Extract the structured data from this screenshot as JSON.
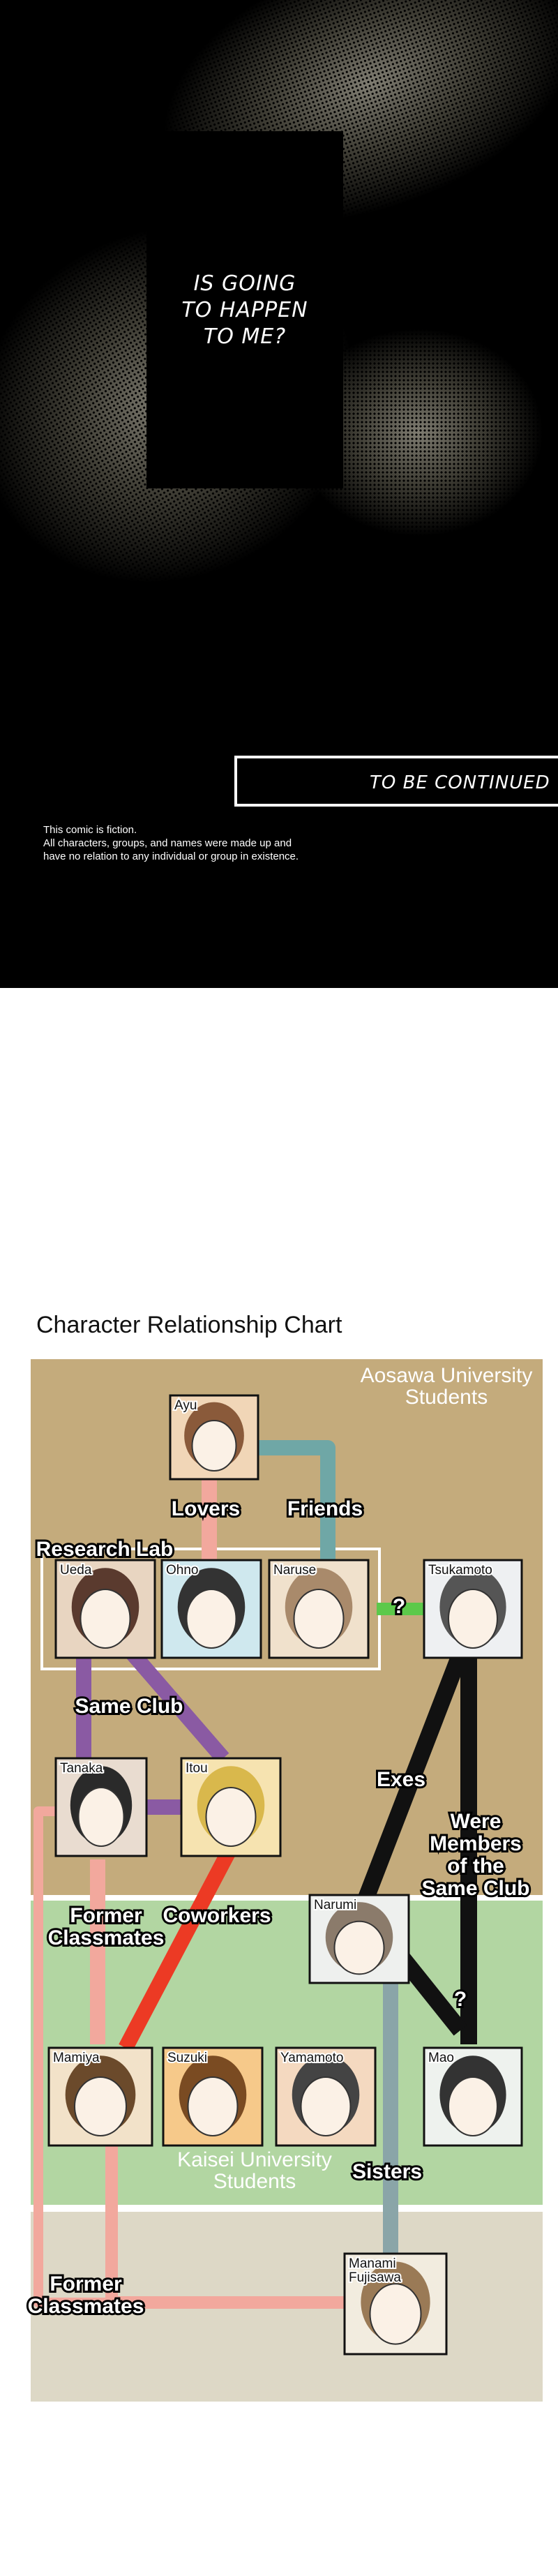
{
  "comic": {
    "bubble_text": "IS GOING\nTO HAPPEN\nTO ME?",
    "to_be_continued": "TO BE CONTINUED",
    "disclaimer_lines": [
      "This comic is fiction.",
      "All characters, groups, and names were made up and",
      "have no relation to any individual or group in existence."
    ]
  },
  "chart": {
    "title": "Character Relationship Chart",
    "regions": {
      "aosawa": "Aosawa University\nStudents",
      "kaisei": "Kaisei University\nStudents"
    },
    "colors": {
      "aosawa": "#c4ab7c",
      "kaisei": "#b2d6a2",
      "other": "#ddd8c6",
      "lovers": "#f2a89d",
      "friends": "#6fa7a6",
      "same_club": "#8a5aa3",
      "exes": "#111111",
      "coworkers": "#ec3a24",
      "classmates": "#f2a89d",
      "sisters": "#8aa5a8",
      "unknown": "#5cc94a"
    },
    "characters": {
      "ayu": "Ayu",
      "ueda": "Ueda",
      "ohno": "Ohno",
      "naruse": "Naruse",
      "tsukamoto": "Tsukamoto",
      "tanaka": "Tanaka",
      "itou": "Itou",
      "narumi": "Narumi",
      "mamiya": "Mamiya",
      "suzuki": "Suzuki",
      "yamamoto": "Yamamoto",
      "mao": "Mao",
      "manami": "Manami\nFujisawa"
    },
    "relations": {
      "lovers": "Lovers",
      "friends": "Friends",
      "research_lab": "Research Lab",
      "same_club": "Same Club",
      "exes": "Exes",
      "were_members": "Were\nMembers\nof the\nSame Club",
      "former_classmates_1": "Former\nClassmates",
      "coworkers": "Coworkers",
      "sisters": "Sisters",
      "former_classmates_2": "Former\nClassmates",
      "question": "?"
    }
  }
}
